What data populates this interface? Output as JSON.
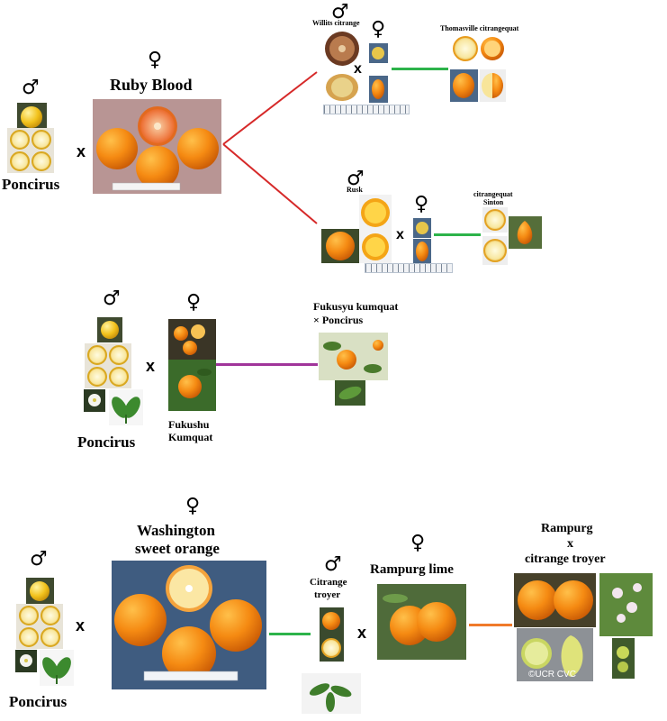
{
  "symbols": {
    "male": "♂",
    "female": "♀",
    "cross": "x"
  },
  "colors": {
    "red": "#d62929",
    "green": "#2db34a",
    "purple": "#a0359a",
    "orange": "#f07a2a"
  },
  "labels": {
    "poncirus": "Poncirus",
    "ruby_blood": "Ruby Blood",
    "willits": "Willits citrange",
    "thomasville": "Thomasville citrangequat",
    "rusk": "Rusk",
    "citrangequat_l1": "citrangequat",
    "citrangequat_l2": "Sinton",
    "fukushu_l1": "Fukushu",
    "fukushu_l2": "Kumquat",
    "fukusyu_l1": "Fukusyu kumquat",
    "fukusyu_l2": "× Poncirus",
    "washington_l1": "Washington",
    "washington_l2": "sweet orange",
    "citrange_troyer_l1": "Citrange",
    "citrange_troyer_l2": "troyer",
    "rampurg_lime": "Rampurg lime",
    "rampurg_l1": "Rampurg",
    "rampurg_l2": "x",
    "rampurg_l3": "citrange troyer",
    "watermark": "©UCR CVC"
  },
  "icons": [
    "orange-fruit-photo",
    "halved-fruit-photo",
    "leaf-photo",
    "flower-photo",
    "kumquat-photo",
    "ruler-scale"
  ]
}
